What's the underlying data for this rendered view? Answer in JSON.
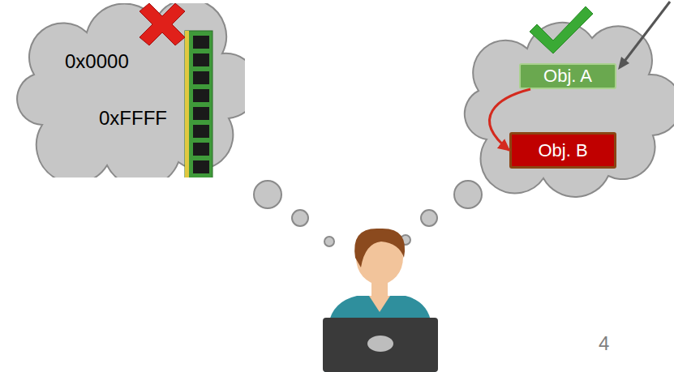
{
  "diagram": {
    "nodes": [
      {
        "text": [
          "0x0000",
          "0xFFFF"
        ]
      },
      {
        "text": [
          "Obj. A"
        ]
      },
      {
        "text": [
          "Obj. B"
        ]
      }
    ],
    "edges": [
      {
        "from": 1,
        "to": 2,
        "arrow": "to"
      }
    ],
    "labels": [
      "4"
    ]
  }
}
